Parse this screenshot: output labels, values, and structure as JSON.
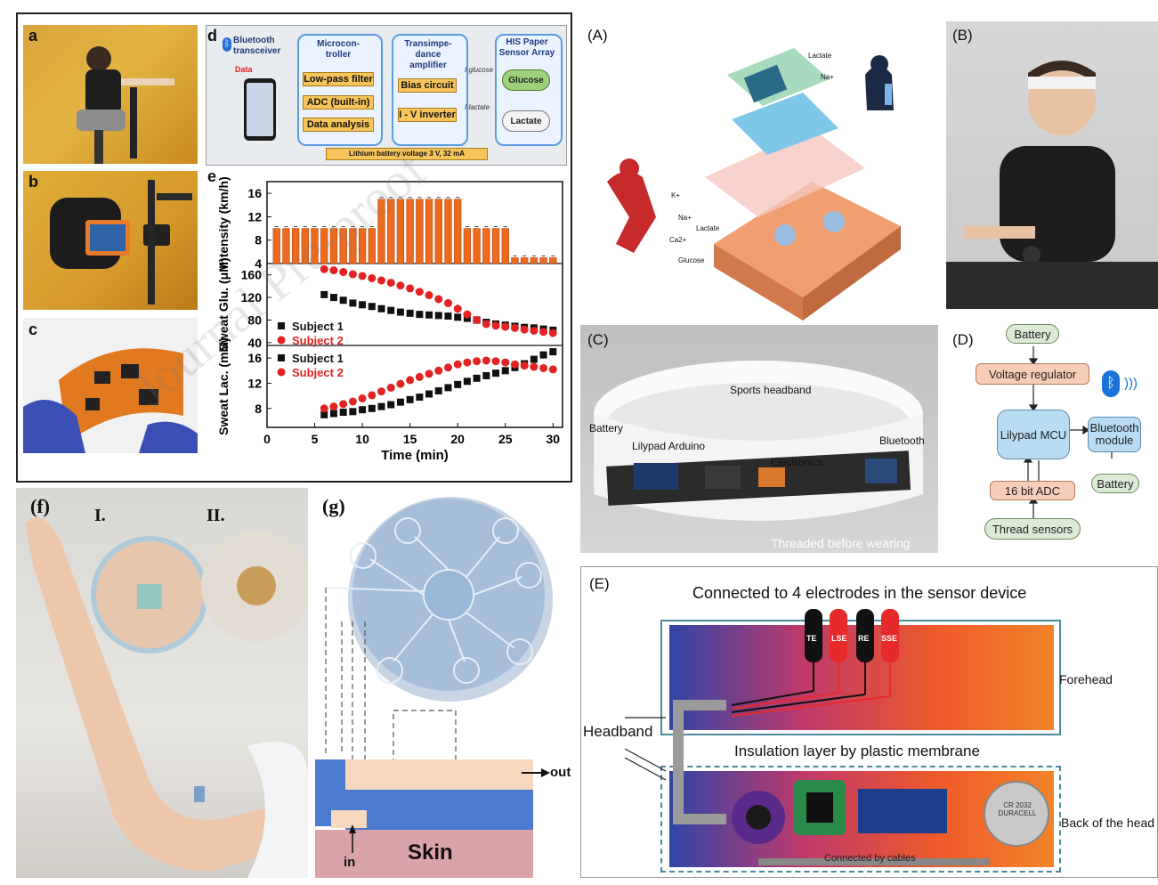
{
  "left_top": {
    "label_a": "a",
    "label_b": "b",
    "label_c": "c",
    "label_d": "d",
    "label_e": "e",
    "watermark": "Journal Pre-proof",
    "diagram_d": {
      "bluetooth": "Bluetooth transceiver",
      "data": "Data",
      "microcontroller": "Microcon- troller",
      "low_pass": "Low-pass filter",
      "adc": "ADC (built-in)",
      "analysis": "Data analysis",
      "transimpedance": "Transimpe- dance amplifier",
      "bias": "Bias circuit",
      "iv": "I - V inverter",
      "his": "HIS Paper Sensor Array",
      "glucose": "Glucose",
      "lactate": "Lactate",
      "i_glucose": "I glucose",
      "i_lactate": "I lactate",
      "battery": "Lithium battery voltage 3 V, 32 mA"
    }
  },
  "chart_data": {
    "type": "bar+scatter",
    "xlabel": "Time (min)",
    "xlim": [
      0,
      31
    ],
    "xticks": [
      "0",
      "5",
      "10",
      "15",
      "20",
      "25",
      "30"
    ],
    "panels": [
      {
        "ylabel": "Intensity (km/h)",
        "yticks": [
          "4",
          "8",
          "12",
          "16"
        ],
        "ylim": [
          4,
          18
        ],
        "type": "bar",
        "x": [
          1,
          2,
          3,
          4,
          5,
          6,
          7,
          8,
          9,
          10,
          11,
          12,
          13,
          14,
          15,
          16,
          17,
          18,
          19,
          20,
          21,
          22,
          23,
          24,
          25,
          26,
          27,
          28,
          29,
          30
        ],
        "values": [
          10,
          10,
          10,
          10,
          10,
          10,
          10,
          10,
          10,
          10,
          10,
          15,
          15,
          15,
          15,
          15,
          15,
          15,
          15,
          15,
          10,
          10,
          10,
          10,
          10,
          5,
          5,
          5,
          5,
          5
        ]
      },
      {
        "ylabel": "Sweat Glu. (μM)",
        "yticks": [
          "40",
          "80",
          "120",
          "160"
        ],
        "ylim": [
          35,
          180
        ],
        "legend": [
          "Subject 1",
          "Subject 2"
        ],
        "series": [
          {
            "name": "Subject 1",
            "color": "#111111",
            "x": [
              6,
              7,
              8,
              9,
              10,
              11,
              12,
              13,
              14,
              15,
              16,
              17,
              18,
              19,
              20,
              21,
              22,
              23,
              24,
              25,
              26,
              27,
              28,
              29,
              30
            ],
            "values": [
              125,
              120,
              115,
              110,
              107,
              104,
              100,
              97,
              94,
              92,
              90,
              89,
              88,
              87,
              85,
              83,
              80,
              76,
              73,
              71,
              69,
              67,
              66,
              64,
              62
            ]
          },
          {
            "name": "Subject 2",
            "color": "#e32222",
            "x": [
              6,
              7,
              8,
              9,
              10,
              11,
              12,
              13,
              14,
              15,
              16,
              17,
              18,
              19,
              20,
              21,
              22,
              23,
              24,
              25,
              26,
              27,
              28,
              29,
              30
            ],
            "values": [
              170,
              168,
              165,
              161,
              158,
              154,
              150,
              146,
              141,
              136,
              130,
              124,
              117,
              110,
              100,
              90,
              80,
              73,
              70,
              68,
              66,
              63,
              61,
              59,
              57
            ]
          }
        ]
      },
      {
        "ylabel": "Sweat Lac. (mM)",
        "yticks": [
          "8",
          "12",
          "16"
        ],
        "ylim": [
          5,
          18
        ],
        "legend": [
          "Subject 1",
          "Subject 2"
        ],
        "series": [
          {
            "name": "Subject 1",
            "color": "#111111",
            "x": [
              6,
              7,
              8,
              9,
              10,
              11,
              12,
              13,
              14,
              15,
              16,
              17,
              18,
              19,
              20,
              21,
              22,
              23,
              24,
              25,
              26,
              27,
              28,
              29,
              30
            ],
            "values": [
              7,
              7.2,
              7.4,
              7.5,
              7.8,
              8,
              8.3,
              8.6,
              9,
              9.4,
              9.8,
              10.3,
              10.8,
              11.3,
              11.8,
              12.3,
              12.8,
              13.2,
              13.6,
              14,
              14.5,
              15.1,
              15.8,
              16.5,
              17
            ]
          },
          {
            "name": "Subject 2",
            "color": "#e32222",
            "x": [
              6,
              7,
              8,
              9,
              10,
              11,
              12,
              13,
              14,
              15,
              16,
              17,
              18,
              19,
              20,
              21,
              22,
              23,
              24,
              25,
              26,
              27,
              28,
              29,
              30
            ],
            "values": [
              8,
              8.3,
              8.7,
              9.1,
              9.6,
              10.1,
              10.7,
              11.3,
              11.9,
              12.5,
              13,
              13.5,
              14,
              14.5,
              15,
              15.3,
              15.5,
              15.6,
              15.5,
              15.3,
              15,
              14.8,
              14.6,
              14.4,
              14.2
            ]
          }
        ]
      }
    ]
  },
  "left_bottom": {
    "label_f": "(f)",
    "label_i": "I.",
    "label_ii": "II.",
    "label_g": "(g)",
    "out": "out",
    "in": "in",
    "skin": "Skin"
  },
  "right": {
    "label_A": "(A)",
    "label_B": "(B)",
    "label_C": "(C)",
    "label_D": "(D)",
    "label_E": "(E)",
    "A_lactate_top": "Lactate",
    "A_na_top": "Na+",
    "A_k": "K+",
    "A_na": "Na+",
    "A_lactate": "Lactate",
    "A_ca": "Ca2+",
    "A_glucose": "Glucose",
    "C_sports_headband": "Sports headband",
    "C_battery": "Battery",
    "C_lilypad": "Lilypad Arduino",
    "C_electronics": "Electronics",
    "C_bluetooth": "Bluetooth",
    "C_threaded": "Threaded before wearing",
    "D_battery_top": "Battery",
    "D_voltage": "Voltage regulator",
    "D_mcu": "Lilypad MCU",
    "D_bt_module": "Bluetooth module",
    "D_battery_bottom": "Battery",
    "D_adc": "16 bit ADC",
    "D_thread": "Thread sensors",
    "E_title": "Connected to 4 electrodes in the sensor device",
    "E_te": "TE",
    "E_lse": "LSE",
    "E_re": "RE",
    "E_sse": "SSE",
    "E_forehead": "Forehead",
    "E_headband": "Headband",
    "E_insulation": "Insulation layer by plastic membrane",
    "E_back": "Back of the head",
    "E_cables": "Connected by cables",
    "E_battery_text": "CR 2032 DURACELL"
  }
}
